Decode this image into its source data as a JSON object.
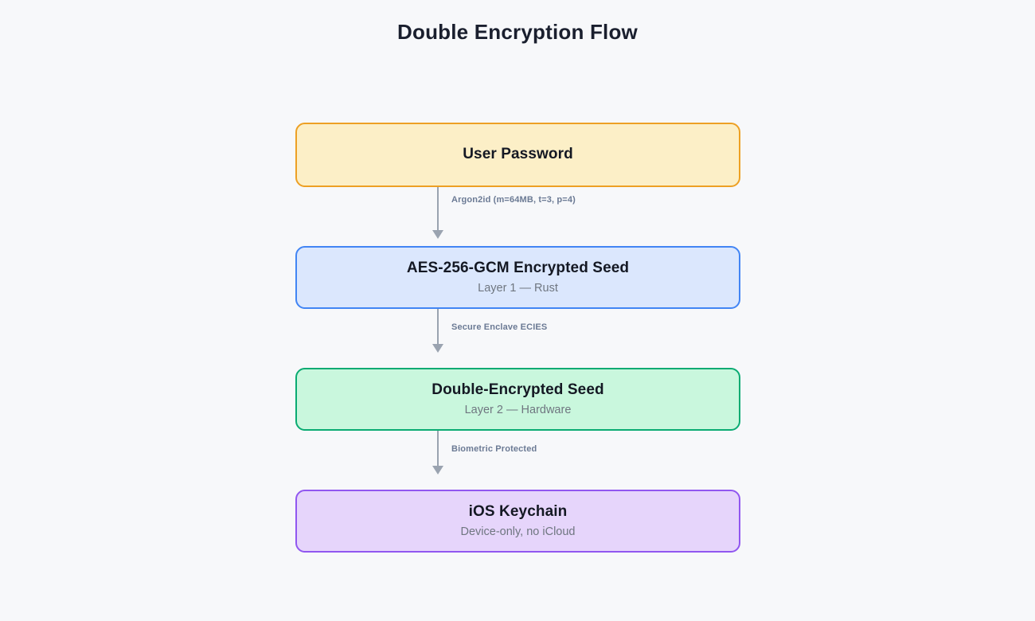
{
  "title": "Double Encryption Flow",
  "background_color": "#f7f8fa",
  "title_color": "#1a1f2e",
  "diagram": {
    "type": "flowchart",
    "direction": "top-to-bottom",
    "nodes": [
      {
        "id": "user-password",
        "title": "User Password",
        "subtitle": "",
        "fill": "#fcefc7",
        "border": "#eda024"
      },
      {
        "id": "aes-seed",
        "title": "AES-256-GCM Encrypted Seed",
        "subtitle": "Layer 1 — Rust",
        "fill": "#dbe7fd",
        "border": "#4285f4"
      },
      {
        "id": "double-seed",
        "title": "Double-Encrypted Seed",
        "subtitle": "Layer 2 — Hardware",
        "fill": "#c9f7dd",
        "border": "#0aab72"
      },
      {
        "id": "ios-keychain",
        "title": "iOS Keychain",
        "subtitle": "Device-only, no iCloud",
        "fill": "#e6d5fb",
        "border": "#9157f0"
      }
    ],
    "edges": [
      {
        "id": "edge-argon2id",
        "from": "user-password",
        "to": "aes-seed",
        "label": "Argon2id  (m=64MB, t=3, p=4)",
        "color": "#9aa3b0",
        "label_color": "#6b7a94"
      },
      {
        "id": "edge-secure-enclave",
        "from": "aes-seed",
        "to": "double-seed",
        "label": "Secure Enclave ECIES",
        "color": "#9aa3b0",
        "label_color": "#6b7a94"
      },
      {
        "id": "edge-biometric",
        "from": "double-seed",
        "to": "ios-keychain",
        "label": "Biometric Protected",
        "color": "#9aa3b0",
        "label_color": "#6b7a94"
      }
    ]
  }
}
